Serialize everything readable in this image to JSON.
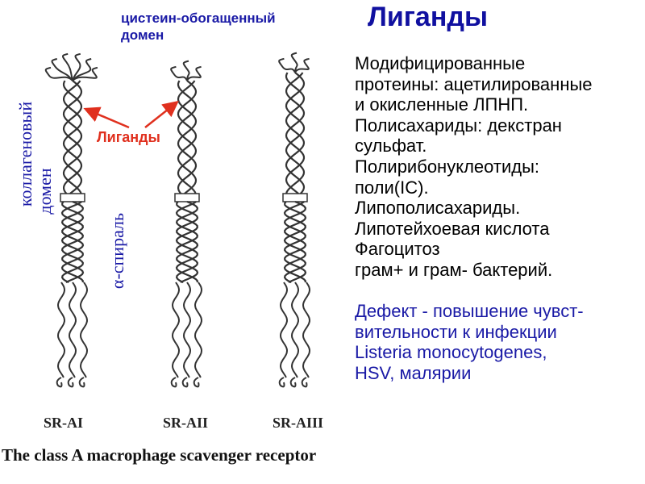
{
  "title": "Лиганды",
  "diagram": {
    "cysteine_label": [
      "цистеин-обогащенный",
      "домен"
    ],
    "ligands_label": "Лиганды",
    "collagen_label": [
      "коллагеновый",
      "домен"
    ],
    "alpha_label": "α-спираль",
    "receptors": [
      "SR-AI",
      "SR-AII",
      "SR-AIII"
    ],
    "caption": "The class A macrophage scavenger receptor"
  },
  "text_lines": [
    "Модифицированные",
    "протеины: ацетилированные",
    "и окисленные ЛПНП.",
    "Полисахариды: декстран",
    "сульфат.",
    "Полирибонуклеотиды:",
    "поли(IC).",
    "Липополисахариды.",
    "Липотейхоевая кислота",
    "Фагоцитоз",
    "грам+ и грам- бактерий."
  ],
  "defect_lines": [
    "Дефект - повышение чувст-",
    "вительности к инфекции",
    "Listeria monocytogenes,",
    "HSV, малярии"
  ],
  "colors": {
    "title": "#1010a0",
    "label_blue": "#1a1aa6",
    "ligand_red": "#e0301e"
  }
}
